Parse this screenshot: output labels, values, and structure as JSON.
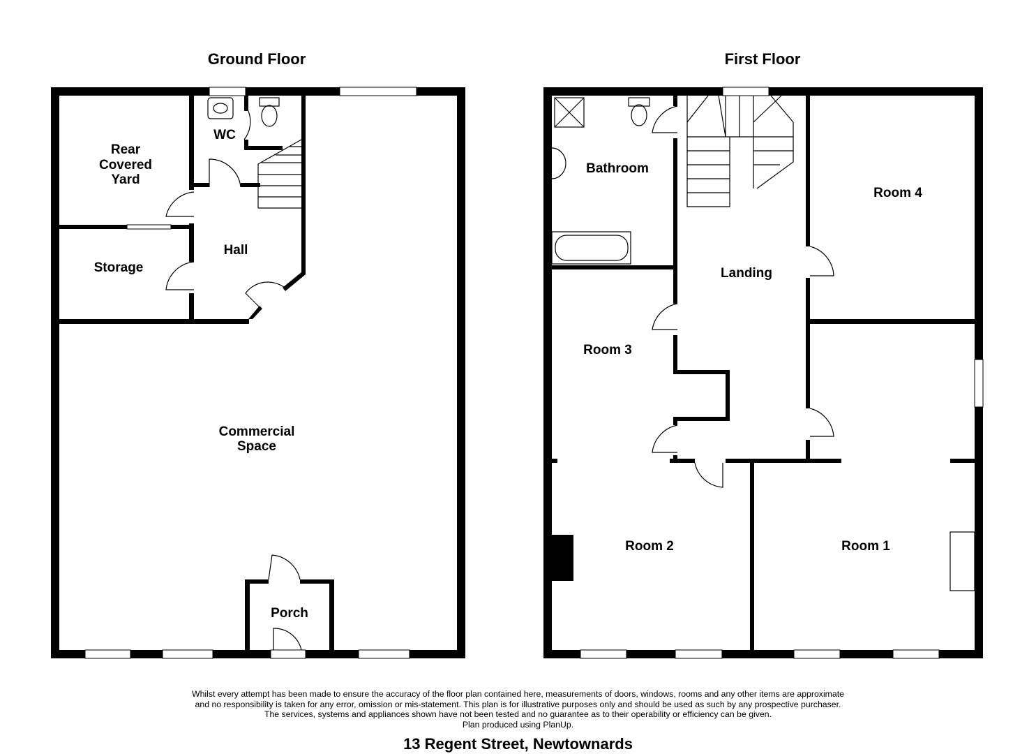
{
  "floors": {
    "ground": {
      "title": "Ground Floor",
      "rooms": {
        "rear_yard_1": "Rear",
        "rear_yard_2": "Covered",
        "rear_yard_3": "Yard",
        "wc": "WC",
        "hall": "Hall",
        "storage": "Storage",
        "commercial_1": "Commercial",
        "commercial_2": "Space",
        "porch": "Porch"
      }
    },
    "first": {
      "title": "First Floor",
      "rooms": {
        "bathroom": "Bathroom",
        "room4": "Room 4",
        "landing": "Landing",
        "room3": "Room 3",
        "room2": "Room 2",
        "room1": "Room 1"
      }
    }
  },
  "disclaimer": "Whilst every attempt has been made to ensure the accuracy of the floor plan contained here, measurements of doors, windows, rooms and any other items are approximate and no responsibility is taken for any error, omission or mis-statement. This plan is for illustrative purposes only and should be used as such by any prospective purchaser. The services, systems and appliances shown have not been tested and no guarantee as to their operability or efficiency can be given.",
  "produced_by": "Plan produced using PlanUp.",
  "address": "13 Regent Street, Newtownards"
}
